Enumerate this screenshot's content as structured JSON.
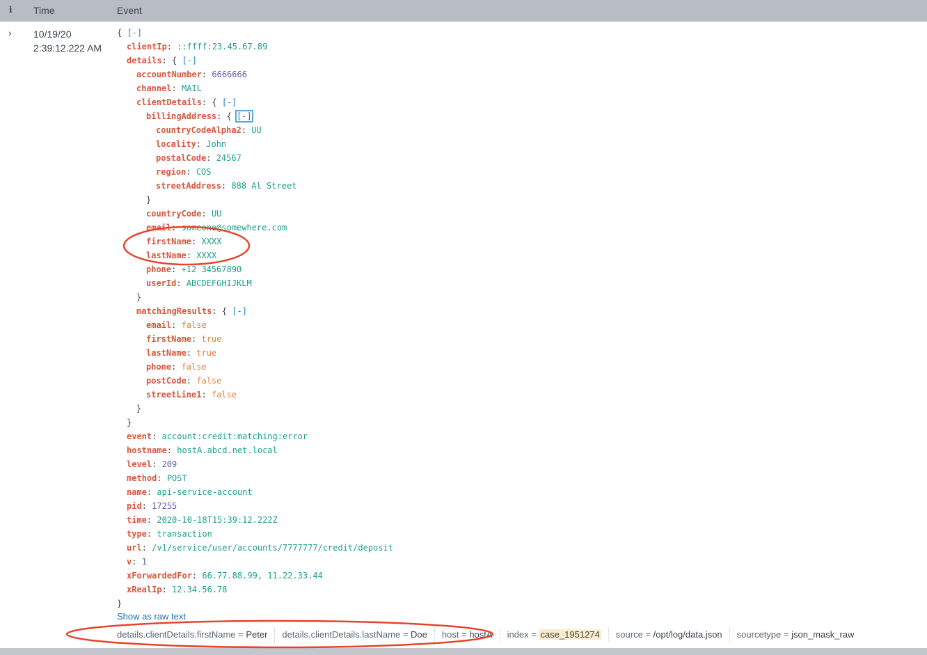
{
  "header": {
    "info": "i",
    "time": "Time",
    "event": "Event"
  },
  "expand_glyph": "›",
  "row": {
    "date": "10/19/20",
    "clock": "2:39:12.222 AM"
  },
  "event_lines": [
    {
      "indent": 0,
      "parts": [
        {
          "t": "p",
          "v": "{ "
        },
        {
          "t": "t",
          "v": "[-]"
        }
      ]
    },
    {
      "indent": 1,
      "parts": [
        {
          "t": "k",
          "v": "clientIp"
        },
        {
          "t": "p",
          "v": ": "
        },
        {
          "t": "s",
          "v": "::ffff:23.45.67.89"
        }
      ]
    },
    {
      "indent": 1,
      "parts": [
        {
          "t": "k",
          "v": "details"
        },
        {
          "t": "p",
          "v": ": { "
        },
        {
          "t": "t",
          "v": "[-]"
        }
      ]
    },
    {
      "indent": 2,
      "parts": [
        {
          "t": "k",
          "v": "accountNumber"
        },
        {
          "t": "p",
          "v": ": "
        },
        {
          "t": "n",
          "v": "6666666"
        }
      ]
    },
    {
      "indent": 2,
      "parts": [
        {
          "t": "k",
          "v": "channel"
        },
        {
          "t": "p",
          "v": ": "
        },
        {
          "t": "s",
          "v": "MAIL"
        }
      ]
    },
    {
      "indent": 2,
      "parts": [
        {
          "t": "k",
          "v": "clientDetails"
        },
        {
          "t": "p",
          "v": ": { "
        },
        {
          "t": "t",
          "v": "[-]"
        }
      ]
    },
    {
      "indent": 3,
      "parts": [
        {
          "t": "k",
          "v": "billingAddress"
        },
        {
          "t": "p",
          "v": ": { "
        },
        {
          "t": "tf",
          "v": "[-]"
        }
      ]
    },
    {
      "indent": 4,
      "parts": [
        {
          "t": "k",
          "v": "countryCodeAlpha2"
        },
        {
          "t": "p",
          "v": ": "
        },
        {
          "t": "s",
          "v": "UU"
        }
      ]
    },
    {
      "indent": 4,
      "parts": [
        {
          "t": "k",
          "v": "locality"
        },
        {
          "t": "p",
          "v": ": "
        },
        {
          "t": "s",
          "v": "John"
        }
      ]
    },
    {
      "indent": 4,
      "parts": [
        {
          "t": "k",
          "v": "postalCode"
        },
        {
          "t": "p",
          "v": ": "
        },
        {
          "t": "s",
          "v": "24567"
        }
      ]
    },
    {
      "indent": 4,
      "parts": [
        {
          "t": "k",
          "v": "region"
        },
        {
          "t": "p",
          "v": ": "
        },
        {
          "t": "s",
          "v": "COS"
        }
      ]
    },
    {
      "indent": 4,
      "parts": [
        {
          "t": "k",
          "v": "streetAddress"
        },
        {
          "t": "p",
          "v": ": "
        },
        {
          "t": "s",
          "v": "888 Al Street"
        }
      ]
    },
    {
      "indent": 3,
      "parts": [
        {
          "t": "p",
          "v": "}"
        }
      ]
    },
    {
      "indent": 3,
      "parts": [
        {
          "t": "k",
          "v": "countryCode"
        },
        {
          "t": "p",
          "v": ": "
        },
        {
          "t": "s",
          "v": "UU"
        }
      ]
    },
    {
      "indent": 3,
      "parts": [
        {
          "t": "k",
          "v": "email"
        },
        {
          "t": "p",
          "v": ": "
        },
        {
          "t": "s",
          "v": "someone@somewhere.com"
        }
      ]
    },
    {
      "indent": 3,
      "parts": [
        {
          "t": "k",
          "v": "firstName"
        },
        {
          "t": "p",
          "v": ": "
        },
        {
          "t": "s",
          "v": "XXXX"
        }
      ]
    },
    {
      "indent": 3,
      "parts": [
        {
          "t": "k",
          "v": "lastName"
        },
        {
          "t": "p",
          "v": ": "
        },
        {
          "t": "s",
          "v": "XXXX"
        }
      ]
    },
    {
      "indent": 3,
      "parts": [
        {
          "t": "k",
          "v": "phone"
        },
        {
          "t": "p",
          "v": ": "
        },
        {
          "t": "s",
          "v": "+12 34567890"
        }
      ]
    },
    {
      "indent": 3,
      "parts": [
        {
          "t": "k",
          "v": "userId"
        },
        {
          "t": "p",
          "v": ": "
        },
        {
          "t": "s",
          "v": "ABCDEFGHIJKLM"
        }
      ]
    },
    {
      "indent": 2,
      "parts": [
        {
          "t": "p",
          "v": "}"
        }
      ]
    },
    {
      "indent": 2,
      "parts": [
        {
          "t": "k",
          "v": "matchingResults"
        },
        {
          "t": "p",
          "v": ": { "
        },
        {
          "t": "t",
          "v": "[-]"
        }
      ]
    },
    {
      "indent": 3,
      "parts": [
        {
          "t": "k",
          "v": "email"
        },
        {
          "t": "p",
          "v": ": "
        },
        {
          "t": "b",
          "v": "false"
        }
      ]
    },
    {
      "indent": 3,
      "parts": [
        {
          "t": "k",
          "v": "firstName"
        },
        {
          "t": "p",
          "v": ": "
        },
        {
          "t": "b",
          "v": "true"
        }
      ]
    },
    {
      "indent": 3,
      "parts": [
        {
          "t": "k",
          "v": "lastName"
        },
        {
          "t": "p",
          "v": ": "
        },
        {
          "t": "b",
          "v": "true"
        }
      ]
    },
    {
      "indent": 3,
      "parts": [
        {
          "t": "k",
          "v": "phone"
        },
        {
          "t": "p",
          "v": ": "
        },
        {
          "t": "b",
          "v": "false"
        }
      ]
    },
    {
      "indent": 3,
      "parts": [
        {
          "t": "k",
          "v": "postCode"
        },
        {
          "t": "p",
          "v": ": "
        },
        {
          "t": "b",
          "v": "false"
        }
      ]
    },
    {
      "indent": 3,
      "parts": [
        {
          "t": "k",
          "v": "streetLine1"
        },
        {
          "t": "p",
          "v": ": "
        },
        {
          "t": "b",
          "v": "false"
        }
      ]
    },
    {
      "indent": 2,
      "parts": [
        {
          "t": "p",
          "v": "}"
        }
      ]
    },
    {
      "indent": 1,
      "parts": [
        {
          "t": "p",
          "v": "}"
        }
      ]
    },
    {
      "indent": 1,
      "parts": [
        {
          "t": "k",
          "v": "event"
        },
        {
          "t": "p",
          "v": ": "
        },
        {
          "t": "s",
          "v": "account:credit:matching:error"
        }
      ]
    },
    {
      "indent": 1,
      "parts": [
        {
          "t": "k",
          "v": "hostname"
        },
        {
          "t": "p",
          "v": ": "
        },
        {
          "t": "s",
          "v": "hostA.abcd.net.local"
        }
      ]
    },
    {
      "indent": 1,
      "parts": [
        {
          "t": "k",
          "v": "level"
        },
        {
          "t": "p",
          "v": ": "
        },
        {
          "t": "n",
          "v": "209"
        }
      ]
    },
    {
      "indent": 1,
      "parts": [
        {
          "t": "k",
          "v": "method"
        },
        {
          "t": "p",
          "v": ": "
        },
        {
          "t": "s",
          "v": "POST"
        }
      ]
    },
    {
      "indent": 1,
      "parts": [
        {
          "t": "k",
          "v": "name"
        },
        {
          "t": "p",
          "v": ": "
        },
        {
          "t": "s",
          "v": "api-service-account"
        }
      ]
    },
    {
      "indent": 1,
      "parts": [
        {
          "t": "k",
          "v": "pid"
        },
        {
          "t": "p",
          "v": ": "
        },
        {
          "t": "n",
          "v": "17255"
        }
      ]
    },
    {
      "indent": 1,
      "parts": [
        {
          "t": "k",
          "v": "time"
        },
        {
          "t": "p",
          "v": ": "
        },
        {
          "t": "s",
          "v": "2020-10-18T15:39:12.222Z"
        }
      ]
    },
    {
      "indent": 1,
      "parts": [
        {
          "t": "k",
          "v": "type"
        },
        {
          "t": "p",
          "v": ": "
        },
        {
          "t": "s",
          "v": "transaction"
        }
      ]
    },
    {
      "indent": 1,
      "parts": [
        {
          "t": "k",
          "v": "url"
        },
        {
          "t": "p",
          "v": ": "
        },
        {
          "t": "s",
          "v": "/v1/service/user/accounts/7777777/credit/deposit"
        }
      ]
    },
    {
      "indent": 1,
      "parts": [
        {
          "t": "k",
          "v": "v"
        },
        {
          "t": "p",
          "v": ": "
        },
        {
          "t": "n",
          "v": "1"
        }
      ]
    },
    {
      "indent": 1,
      "parts": [
        {
          "t": "k",
          "v": "xForwardedFor"
        },
        {
          "t": "p",
          "v": ": "
        },
        {
          "t": "s",
          "v": "66.77.88.99, 11.22.33.44"
        }
      ]
    },
    {
      "indent": 1,
      "parts": [
        {
          "t": "k",
          "v": "xRealIp"
        },
        {
          "t": "p",
          "v": ": "
        },
        {
          "t": "s",
          "v": "12.34.56.78"
        }
      ]
    },
    {
      "indent": 0,
      "parts": [
        {
          "t": "p",
          "v": "}"
        }
      ]
    }
  ],
  "show_raw_label": "Show as raw text",
  "fields": [
    {
      "name": "details.clientDetails.firstName",
      "value": "Peter",
      "highlight": false
    },
    {
      "name": "details.clientDetails.lastName",
      "value": "Doe",
      "highlight": false
    },
    {
      "name": "host",
      "value": "hostA",
      "highlight": false
    },
    {
      "name": "index",
      "value": "case_1951274",
      "highlight": true
    },
    {
      "name": "source",
      "value": "/opt/log/data.json",
      "highlight": false
    },
    {
      "name": "sourcetype",
      "value": "json_mask_raw",
      "highlight": false
    }
  ],
  "annotation_color": "#e8432a"
}
